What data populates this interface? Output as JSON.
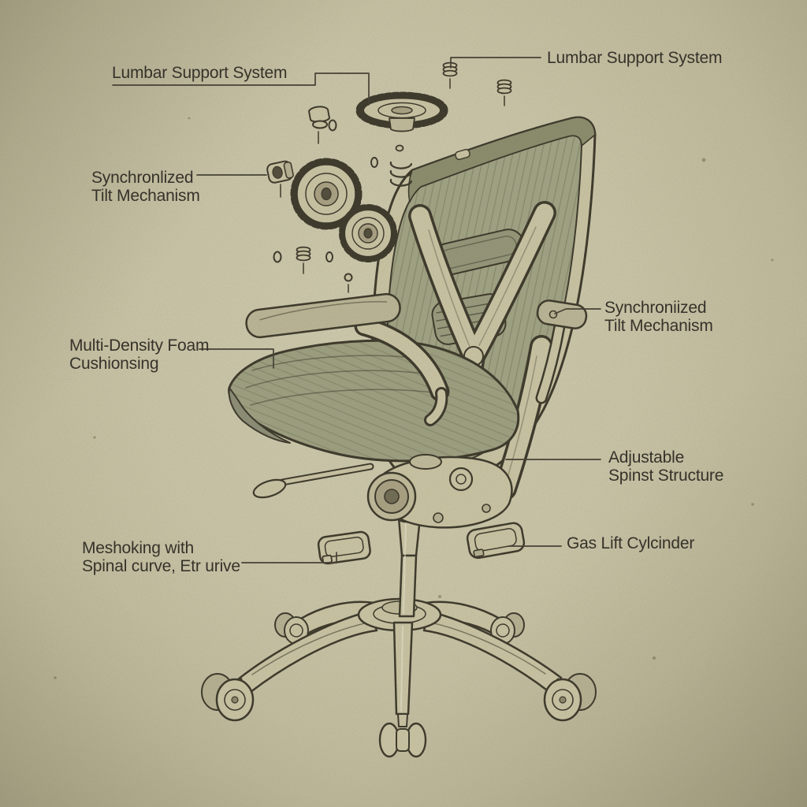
{
  "diagram": {
    "subject": "ergonomic office chair exploded technical illustration",
    "style": "vintage line drawing on aged paper"
  },
  "labels": {
    "lumbar_left": {
      "line1": "Lumbar Support System"
    },
    "lumbar_right": {
      "line1": "Lumbar Support System"
    },
    "tilt_left": {
      "line1": "Synchronlized",
      "line2": "Tilt Mechanism"
    },
    "tilt_right": {
      "line1": "Synchroniized",
      "line2": "Tilt Mechanism"
    },
    "foam": {
      "line1": "Multi-Density Foam",
      "line2": "Cushionsing"
    },
    "spine": {
      "line1": "Adjustable",
      "line2": "Spinst Structure"
    },
    "mesh": {
      "line1": "Meshoking with",
      "line2": "Spinal curve, Etr urive"
    },
    "gas": {
      "line1": "Gas Lift Cylcinder"
    }
  },
  "colors": {
    "background_center": "#dedabd",
    "background_edge": "#aea98a",
    "ink": "#312d21",
    "frame_cream": "#d8d2b0",
    "mesh_green": "#a8ab8b",
    "mesh_band_dark": "#8e916f",
    "pad_taupe": "#c6c1a0",
    "knob_tan": "#b3a98a",
    "label_text": "#35322a"
  }
}
